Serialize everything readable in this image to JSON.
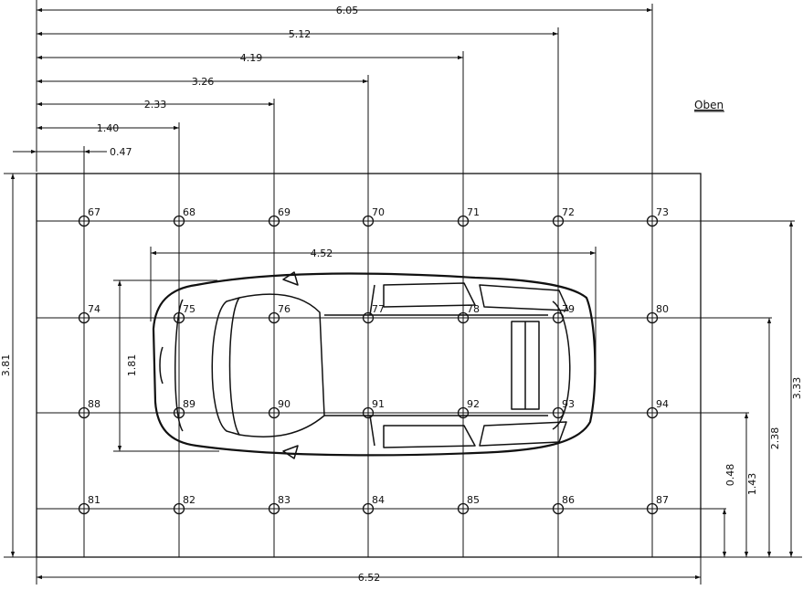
{
  "view_label": "Oben",
  "dimensions": {
    "top": [
      "6.05",
      "5.12",
      "4.19",
      "3.26",
      "2.33",
      "1.40",
      "0.47"
    ],
    "car_length": "4.52",
    "car_width": "1.81",
    "total_length": "6.52",
    "total_height": "3.81",
    "right": [
      "3.33",
      "2.38",
      "1.43",
      "0.48"
    ]
  },
  "points": [
    [
      "67",
      "68",
      "69",
      "70",
      "71",
      "72",
      "73"
    ],
    [
      "74",
      "75",
      "76",
      "77",
      "78",
      "79",
      "80"
    ],
    [
      "88",
      "89",
      "90",
      "91",
      "92",
      "93",
      "94"
    ],
    [
      "81",
      "82",
      "83",
      "84",
      "85",
      "86",
      "87"
    ]
  ]
}
